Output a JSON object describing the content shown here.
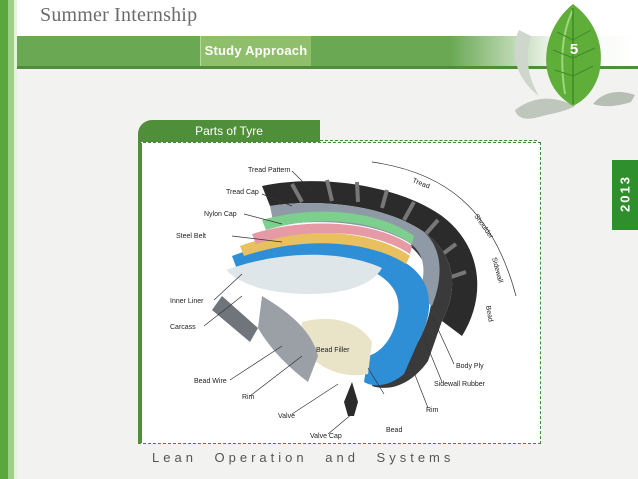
{
  "header": {
    "title": "Summer Internship",
    "tab": "Study Approach",
    "page_number": "5"
  },
  "badge": {
    "year": "2013"
  },
  "diagram": {
    "heading": "Parts of Tyre",
    "labels_left": [
      "Tread Pattern",
      "Tread Cap",
      "Nylon Cap",
      "Steel Belt",
      "Inner Liner",
      "Carcass",
      "Bead Wire",
      "Rim",
      "Valve",
      "Valve Cap"
    ],
    "labels_right": [
      "Tread",
      "Shoulder",
      "Sidewall",
      "Bead",
      "Bead Filler",
      "Body Ply",
      "Sidewall Rubber",
      "Rim",
      "Bead"
    ]
  },
  "footer": {
    "text": "Lean Operation and Systems"
  },
  "colors": {
    "green": "#6aa854",
    "dark_green": "#2f8f2c"
  }
}
